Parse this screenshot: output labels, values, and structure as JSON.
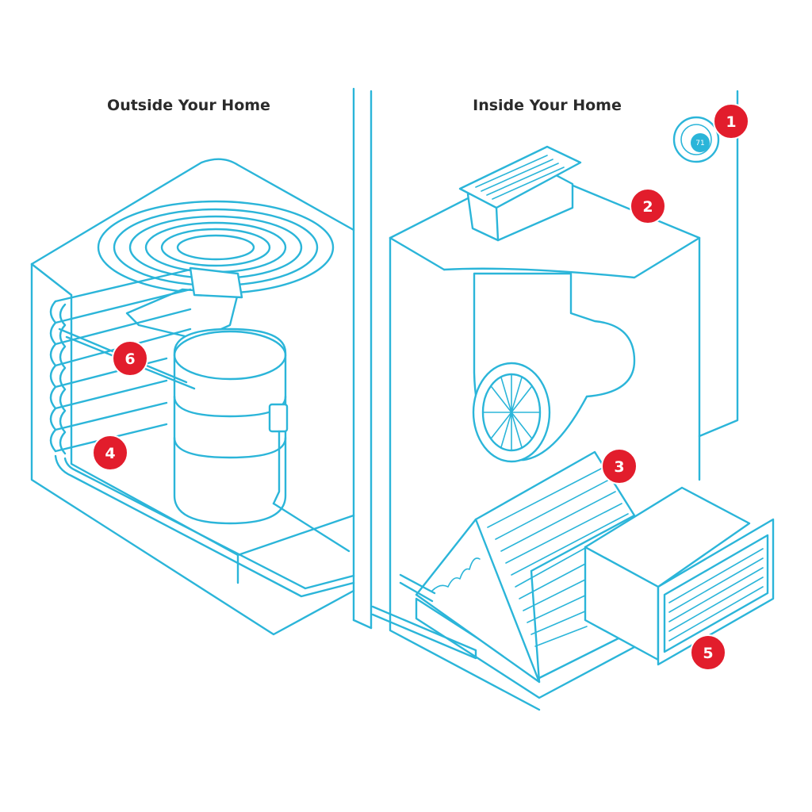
{
  "titles": {
    "outside": "Outside Your Home",
    "inside": "Inside Your Home"
  },
  "thermostat": {
    "display": "71"
  },
  "badges": [
    {
      "id": "1",
      "label": "1"
    },
    {
      "id": "2",
      "label": "2"
    },
    {
      "id": "3",
      "label": "3"
    },
    {
      "id": "4",
      "label": "4"
    },
    {
      "id": "5",
      "label": "5"
    },
    {
      "id": "6",
      "label": "6"
    }
  ],
  "colors": {
    "line": "#2bb5d9",
    "badge": "#e21d2c",
    "title": "#2b2b2b",
    "background": "#ffffff"
  }
}
